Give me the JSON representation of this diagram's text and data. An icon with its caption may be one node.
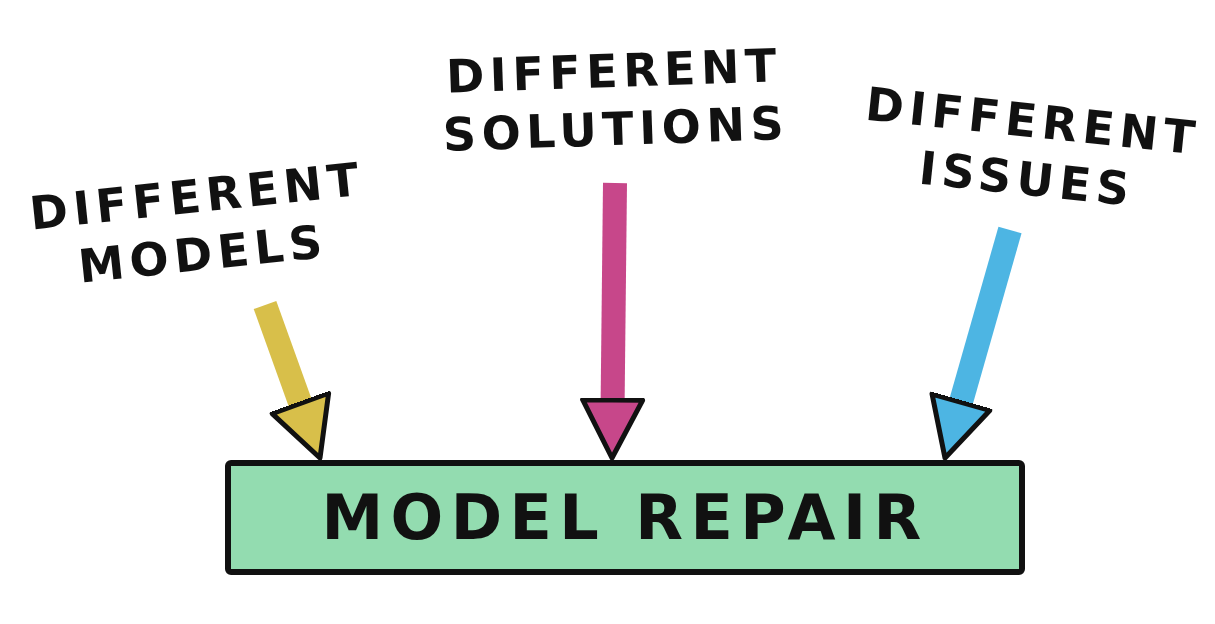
{
  "diagram": {
    "nodes": [
      {
        "text": [
          "DIFFERENT MODELS"
        ]
      },
      {
        "text": [
          "DIFFERENT SOLUTIONS"
        ]
      },
      {
        "text": [
          "DIFFERENT ISSUES"
        ]
      },
      {
        "text": [
          "MODEL REPAIR"
        ]
      }
    ],
    "edges": [
      {
        "from": 0,
        "to": 3,
        "arrow": "to",
        "color": "#d8bf4a"
      },
      {
        "from": 1,
        "to": 3,
        "arrow": "to",
        "color": "#c7478a"
      },
      {
        "from": 2,
        "to": 3,
        "arrow": "to",
        "color": "#4db5e3"
      }
    ]
  }
}
